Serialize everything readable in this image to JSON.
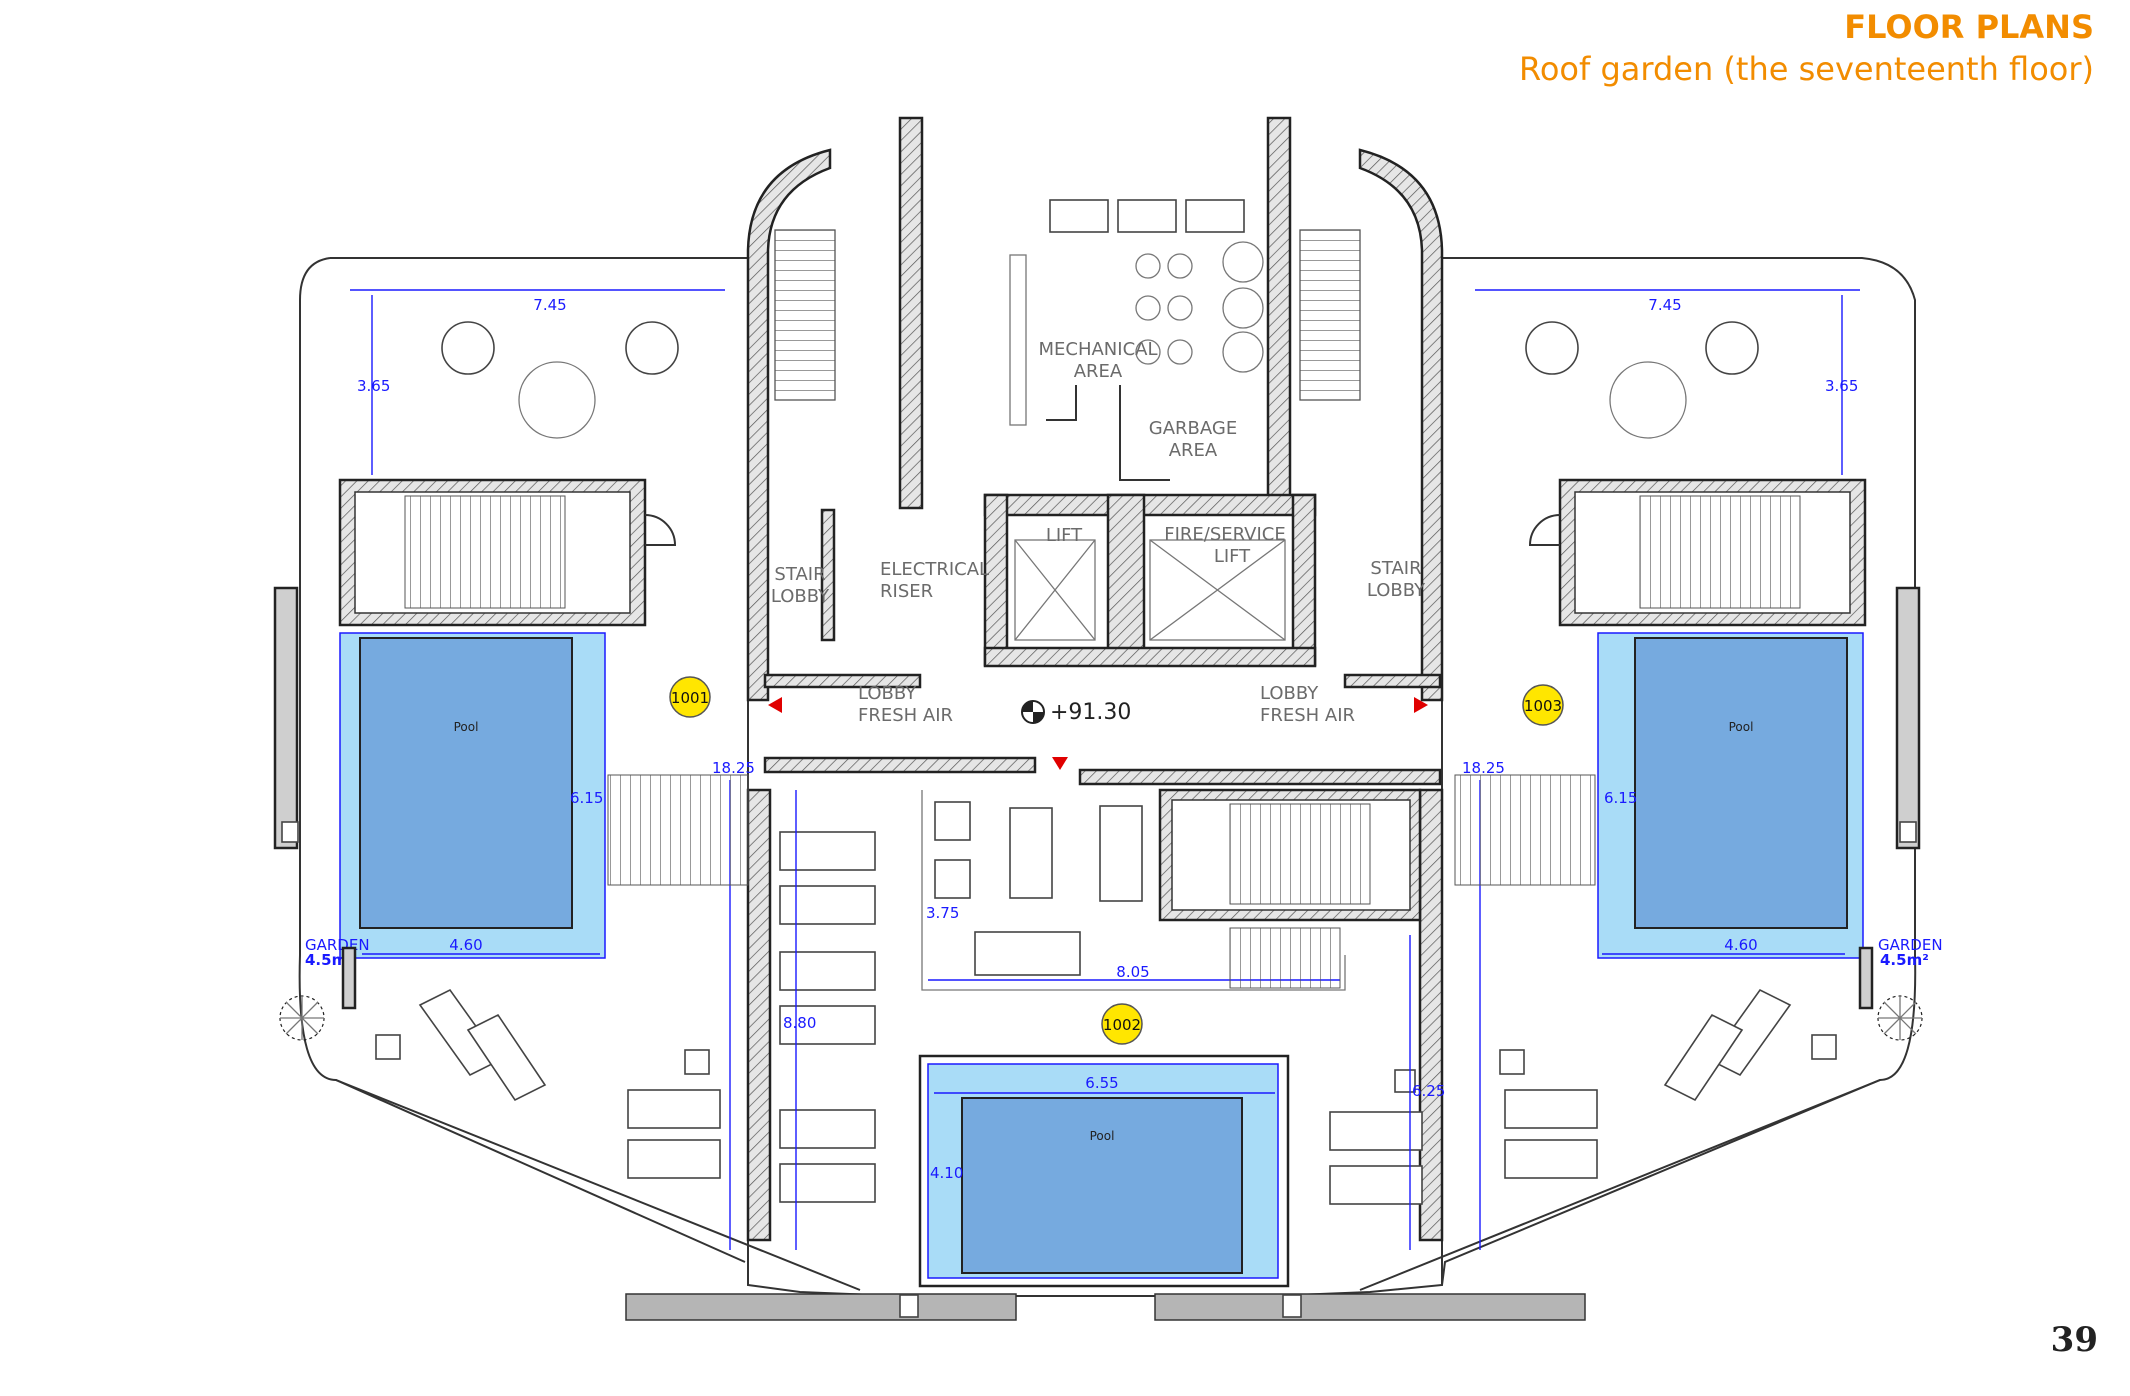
{
  "header": {
    "title": "FLOOR PLANS",
    "subtitle": "Roof garden (the seventeenth floor)",
    "accent_color": "#f28c00"
  },
  "page_number": "39",
  "plan": {
    "elevation": "+91.30",
    "rooms": {
      "mechanical_1": "MECHANICAL",
      "mechanical_2": "AREA",
      "garbage_1": "GARBAGE",
      "garbage_2": "AREA",
      "lift": "LIFT",
      "fire_lift_1": "FIRE/SERVICE",
      "fire_lift_2": "LIFT",
      "stair_lobby_left_1": "STAIR",
      "stair_lobby_left_2": "LOBBY",
      "electrical_1": "ELECTRICAL",
      "electrical_2": "RISER",
      "stair_lobby_right_1": "STAIR",
      "stair_lobby_right_2": "LOBBY",
      "lobby_left_1": "LOBBY",
      "lobby_left_2": "FRESH AIR",
      "lobby_right_1": "LOBBY",
      "lobby_right_2": "FRESH AIR"
    },
    "units": [
      "1001",
      "1002",
      "1003"
    ],
    "pool_label": "Pool",
    "garden_label": "GARDEN",
    "garden_area": "4.5m²",
    "dimensions": {
      "terrace_left_width": "7.45",
      "terrace_left_depth": "3.65",
      "terrace_right_width": "7.45",
      "terrace_right_depth": "3.65",
      "side_left_depth": "18.25",
      "side_right_depth": "18.25",
      "pool_left_length": "6.15",
      "pool_left_width": "4.60",
      "pool_right_length": "6.15",
      "pool_right_width": "4.60",
      "lounge_depth": "3.75",
      "lounge_width": "8.05",
      "deck_depth": "8.80",
      "pool_center_width": "6.55",
      "pool_center_depth": "4.10",
      "right_deck_depth": "6.25"
    },
    "colors": {
      "pool_water": "#76aadf",
      "pool_edge": "#a9dcf7",
      "dimension": "#1a1aff",
      "unit_badge": "#ffe600",
      "entry_arrow": "#e00000"
    }
  }
}
